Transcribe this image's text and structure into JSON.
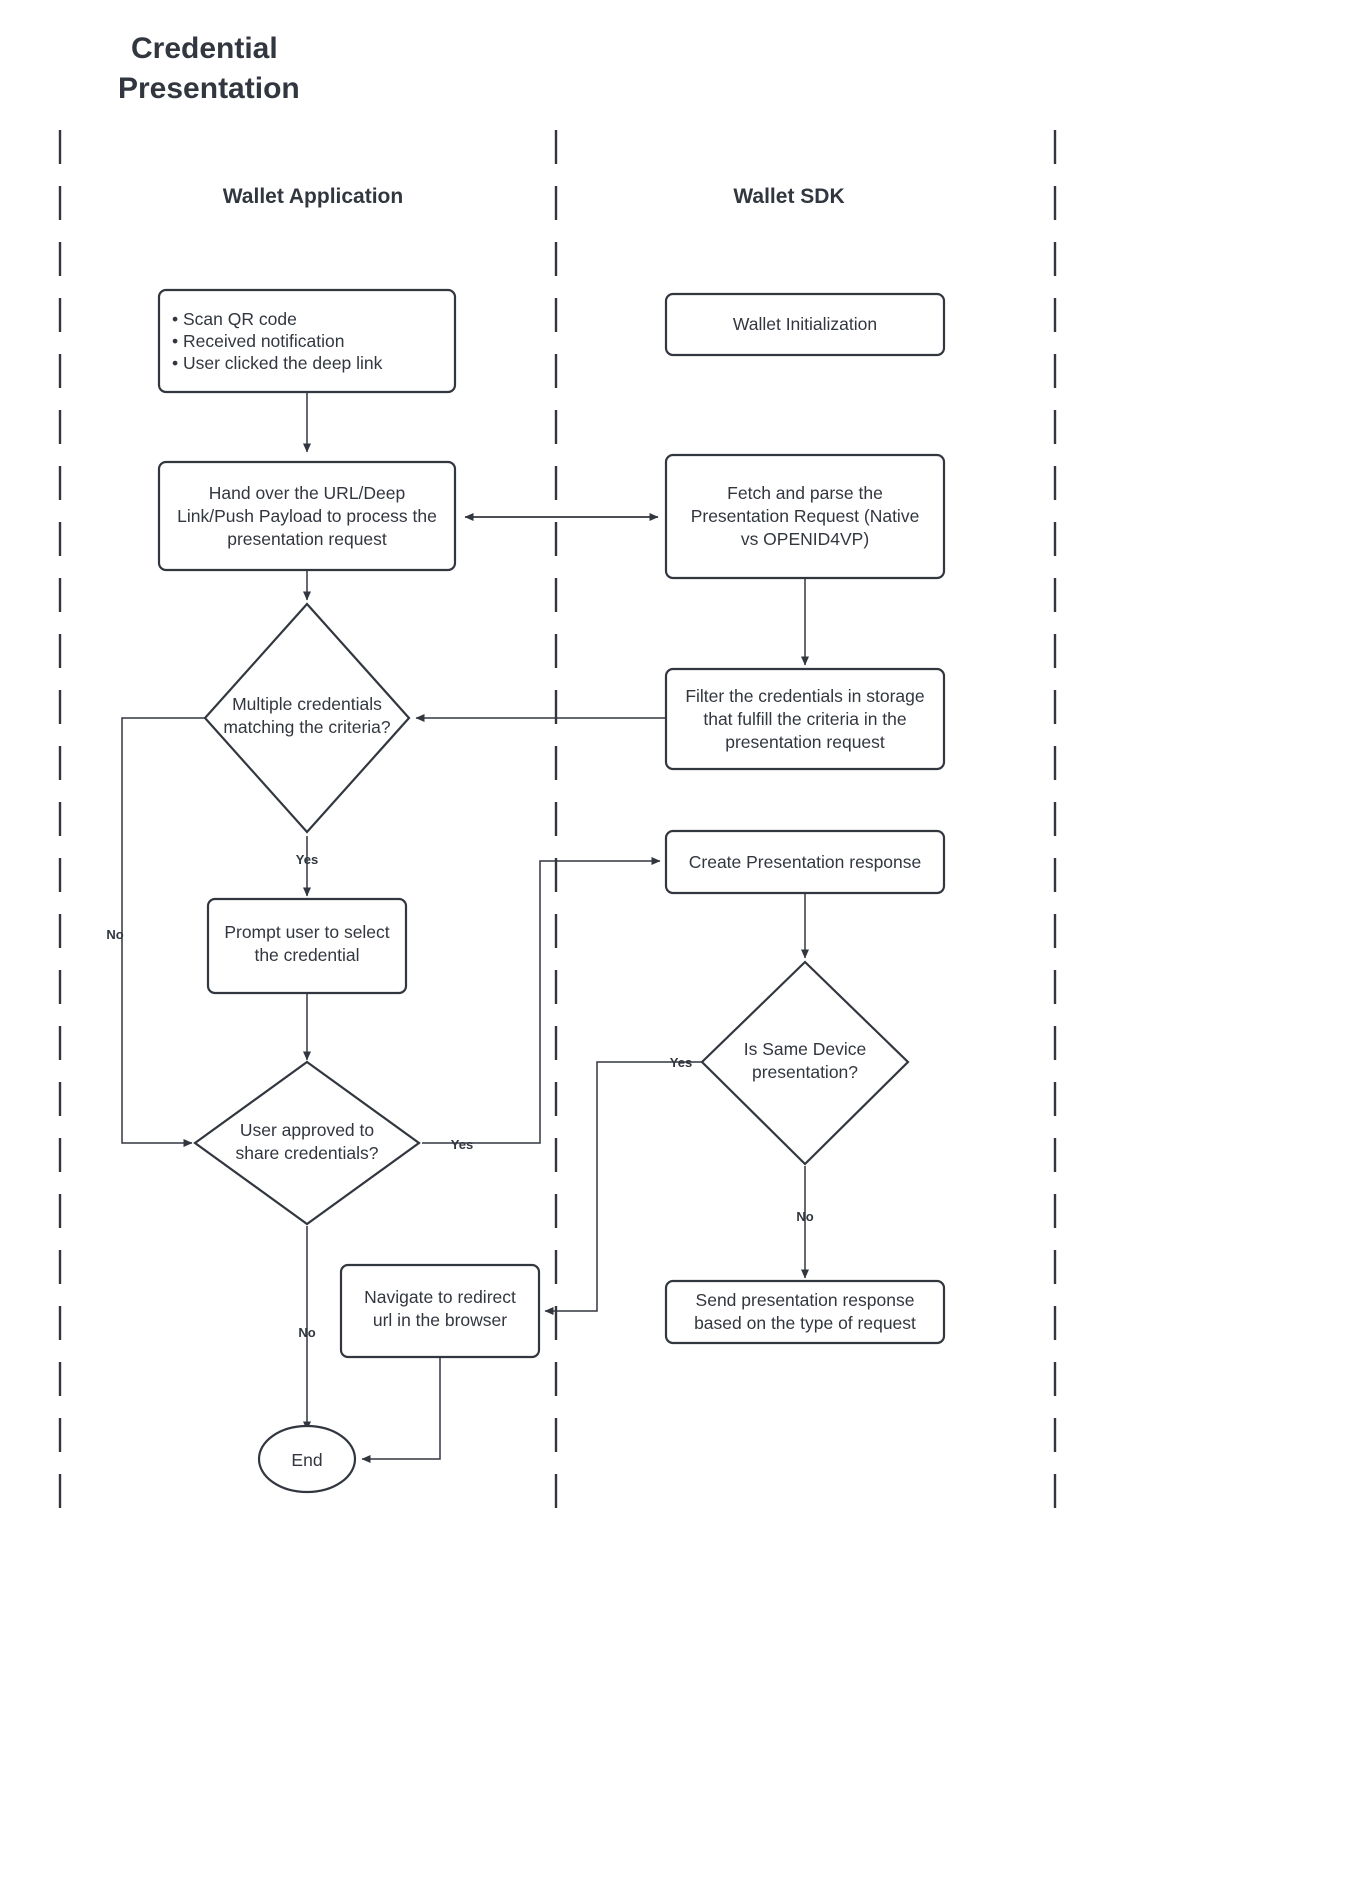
{
  "title": {
    "line1": "Credential",
    "line2": "Presentation"
  },
  "lanes": [
    {
      "id": "wallet-application",
      "label": "Wallet Application"
    },
    {
      "id": "wallet-sdk",
      "label": "Wallet SDK"
    }
  ],
  "nodes": {
    "triggers": {
      "type": "process",
      "bullets": [
        "Scan QR code",
        "Received notification",
        "User clicked the deep link"
      ]
    },
    "hand_over": {
      "type": "process",
      "lines": [
        "Hand over the URL/Deep",
        "Link/Push Payload to process the",
        "presentation request"
      ]
    },
    "multiple_credentials": {
      "type": "decision",
      "lines": [
        "Multiple credentials",
        "matching the criteria?"
      ]
    },
    "prompt_user": {
      "type": "process",
      "lines": [
        "Prompt user to select",
        "the credential"
      ]
    },
    "user_approved": {
      "type": "decision",
      "lines": [
        "User approved to",
        "share credentials?"
      ]
    },
    "navigate_redirect": {
      "type": "process",
      "lines": [
        "Navigate to redirect",
        "url in the browser"
      ]
    },
    "end": {
      "type": "terminator",
      "lines": [
        "End"
      ]
    },
    "wallet_initialization": {
      "type": "process",
      "lines": [
        "Wallet Initialization"
      ]
    },
    "fetch_parse": {
      "type": "process",
      "lines": [
        "Fetch and parse the",
        "Presentation Request (Native",
        "vs OPENID4VP)"
      ]
    },
    "filter_credentials": {
      "type": "process",
      "lines": [
        "Filter the credentials in storage",
        "that fulfill the criteria in the",
        "presentation request"
      ]
    },
    "create_response": {
      "type": "process",
      "lines": [
        "Create Presentation response"
      ]
    },
    "same_device": {
      "type": "decision",
      "lines": [
        "Is Same Device",
        "presentation?"
      ]
    },
    "send_response": {
      "type": "process",
      "lines": [
        "Send presentation response",
        "based on the type of request"
      ]
    }
  },
  "edge_labels": {
    "multiple_yes": "Yes",
    "multiple_no": "No",
    "approved_yes": "Yes",
    "approved_no": "No",
    "same_device_yes": "Yes",
    "same_device_no": "No"
  },
  "colors": {
    "stroke": "#32373f",
    "fill": "#ffffff",
    "background": "#ffffff"
  }
}
